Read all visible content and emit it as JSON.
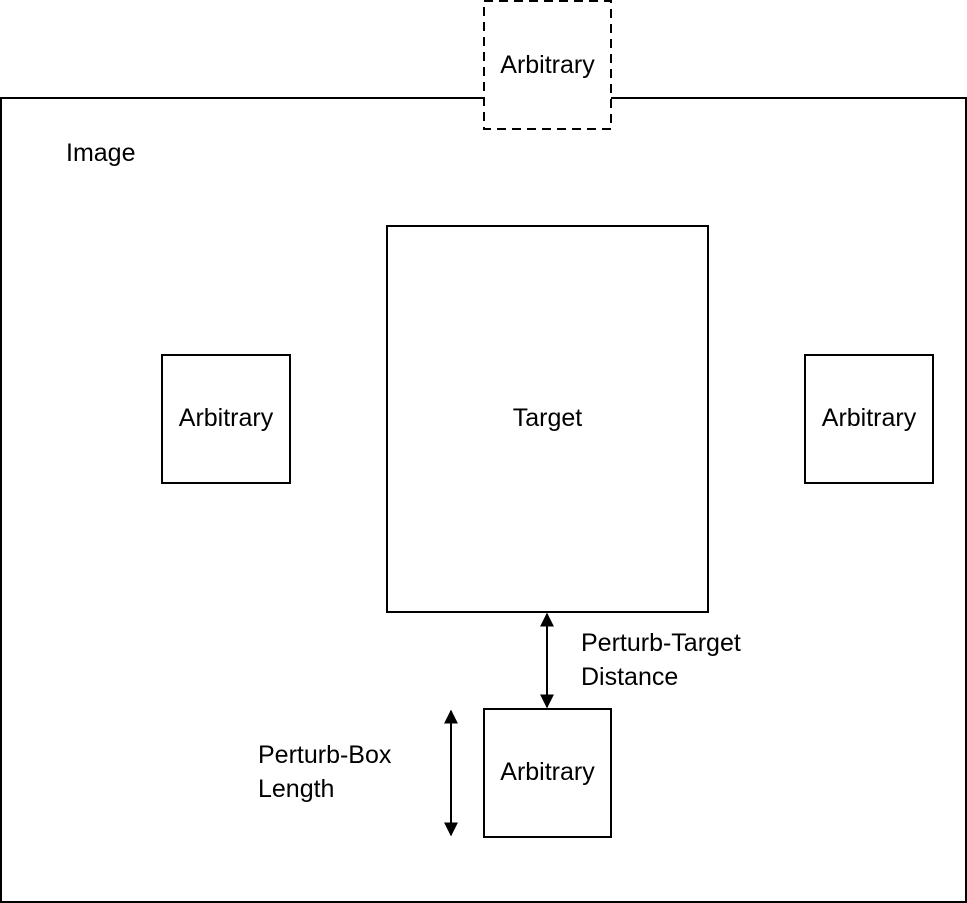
{
  "diagram": {
    "image_label": "Image",
    "target_label": "Target",
    "arbitrary_labels": {
      "top_dashed": "Arbitrary",
      "left": "Arbitrary",
      "right": "Arbitrary",
      "bottom": "Arbitrary"
    },
    "perturb_target_distance": [
      "Perturb-Target",
      "Distance"
    ],
    "perturb_box_length": [
      "Perturb-Box",
      "Length"
    ]
  },
  "colors": {
    "stroke": "#000000",
    "background": "#ffffff"
  }
}
